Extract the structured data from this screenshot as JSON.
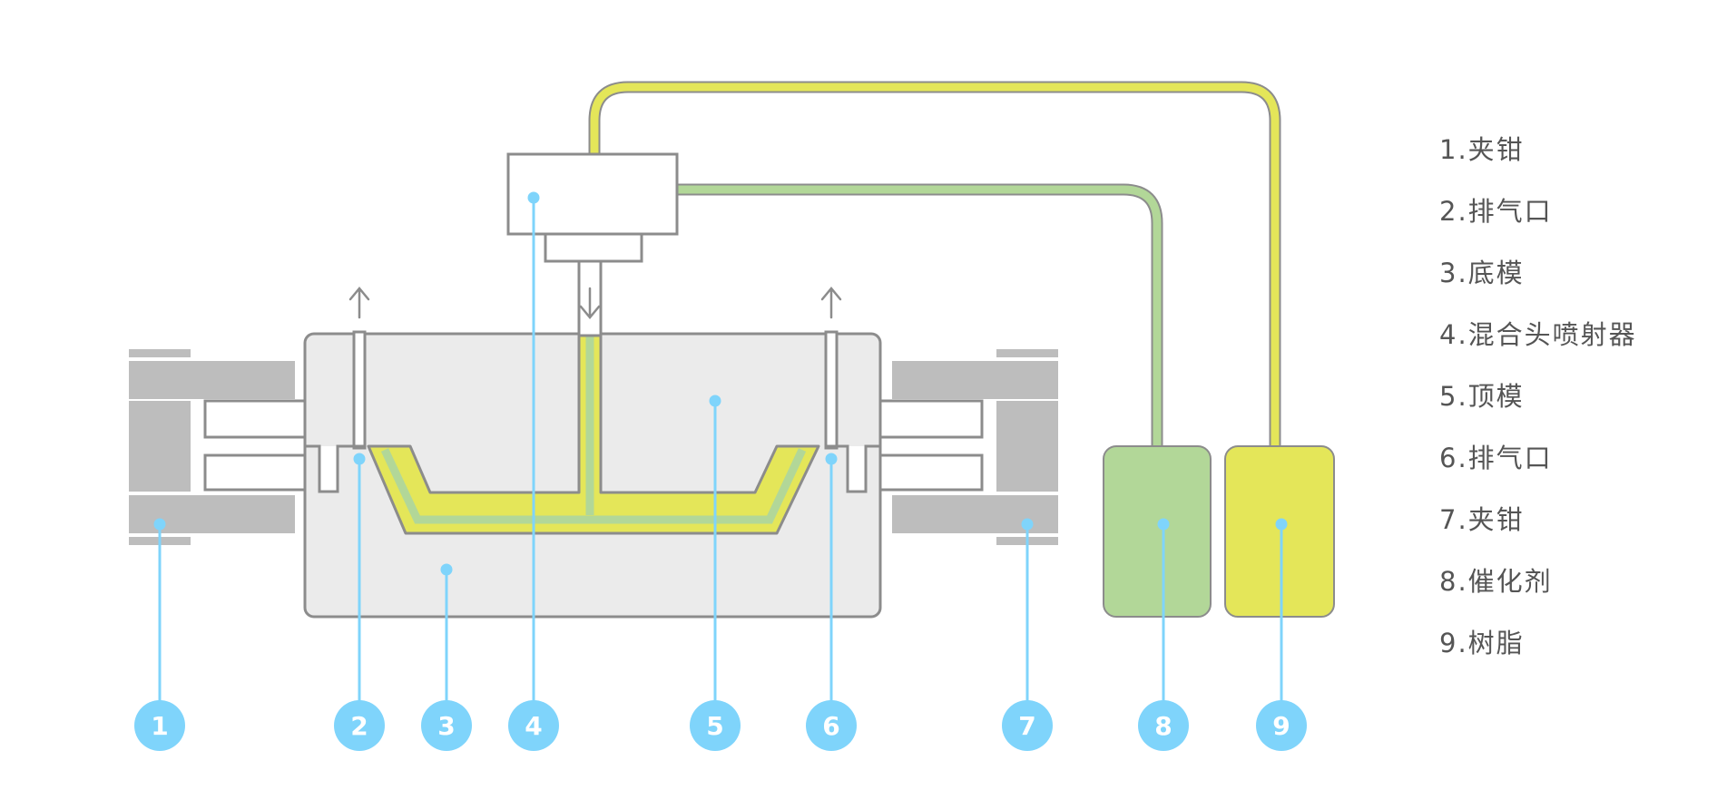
{
  "legend": [
    {
      "num": "1",
      "label": "1.夹钳"
    },
    {
      "num": "2",
      "label": "2.排气口"
    },
    {
      "num": "3",
      "label": "3.底模"
    },
    {
      "num": "4",
      "label": "4.混合头喷射器"
    },
    {
      "num": "5",
      "label": "5.顶模"
    },
    {
      "num": "6",
      "label": "6.排气口"
    },
    {
      "num": "7",
      "label": "7.夹钳"
    },
    {
      "num": "8",
      "label": "8.催化剂"
    },
    {
      "num": "9",
      "label": "9.树脂"
    }
  ],
  "callouts": [
    "1",
    "2",
    "3",
    "4",
    "5",
    "6",
    "7",
    "8",
    "9"
  ],
  "colors": {
    "outline": "#8c8c8c",
    "mold_fill": "#ebebeb",
    "clamp_gray": "#bdbdbd",
    "callout_blue": "#7fd4fb",
    "catalyst_green": "#b2d798",
    "resin_yellow": "#e4e659"
  }
}
